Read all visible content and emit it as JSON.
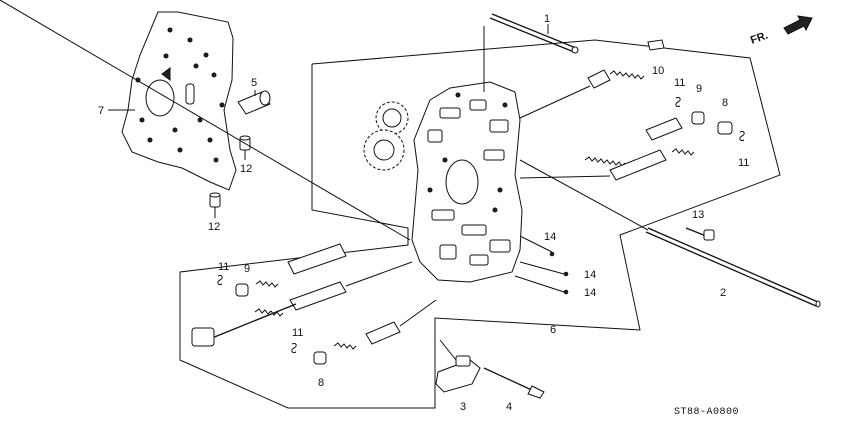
{
  "diagram": {
    "code": "ST88-A0800",
    "direction_label": "FR.",
    "callouts": {
      "c1": "1",
      "c2": "2",
      "c3": "3",
      "c4": "4",
      "c5": "5",
      "c6": "6",
      "c7": "7",
      "c8a": "8",
      "c8b": "8",
      "c9a": "9",
      "c9b": "9",
      "c10": "10",
      "c11a": "11",
      "c11b": "11",
      "c11c": "11",
      "c11d": "11",
      "c12a": "12",
      "c12b": "12",
      "c13": "13",
      "c14a": "14",
      "c14b": "14",
      "c14c": "14"
    }
  }
}
